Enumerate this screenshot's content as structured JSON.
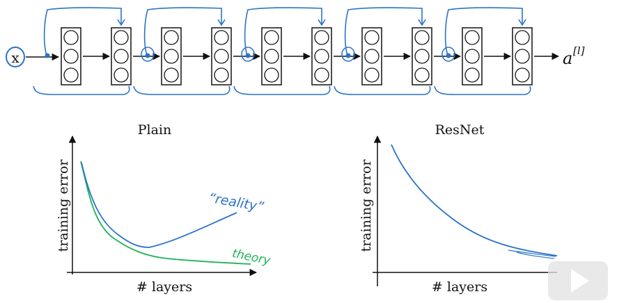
{
  "network": {
    "input_label": "x",
    "output_label": "a",
    "output_superscript": "[l]",
    "block_count": 5
  },
  "plain_chart": {
    "title": "Plain",
    "ylabel": "training error",
    "xlabel": "# layers",
    "reality_label": "“reality”",
    "theory_label": "theory"
  },
  "resnet_chart": {
    "title": "ResNet",
    "ylabel": "training error",
    "xlabel": "# layers"
  },
  "colors": {
    "reality": "#2a73c9",
    "theory": "#1fb35a",
    "annotation": "#2a73c9",
    "ink": "#111111"
  },
  "player": {
    "icon": "play-icon"
  }
}
